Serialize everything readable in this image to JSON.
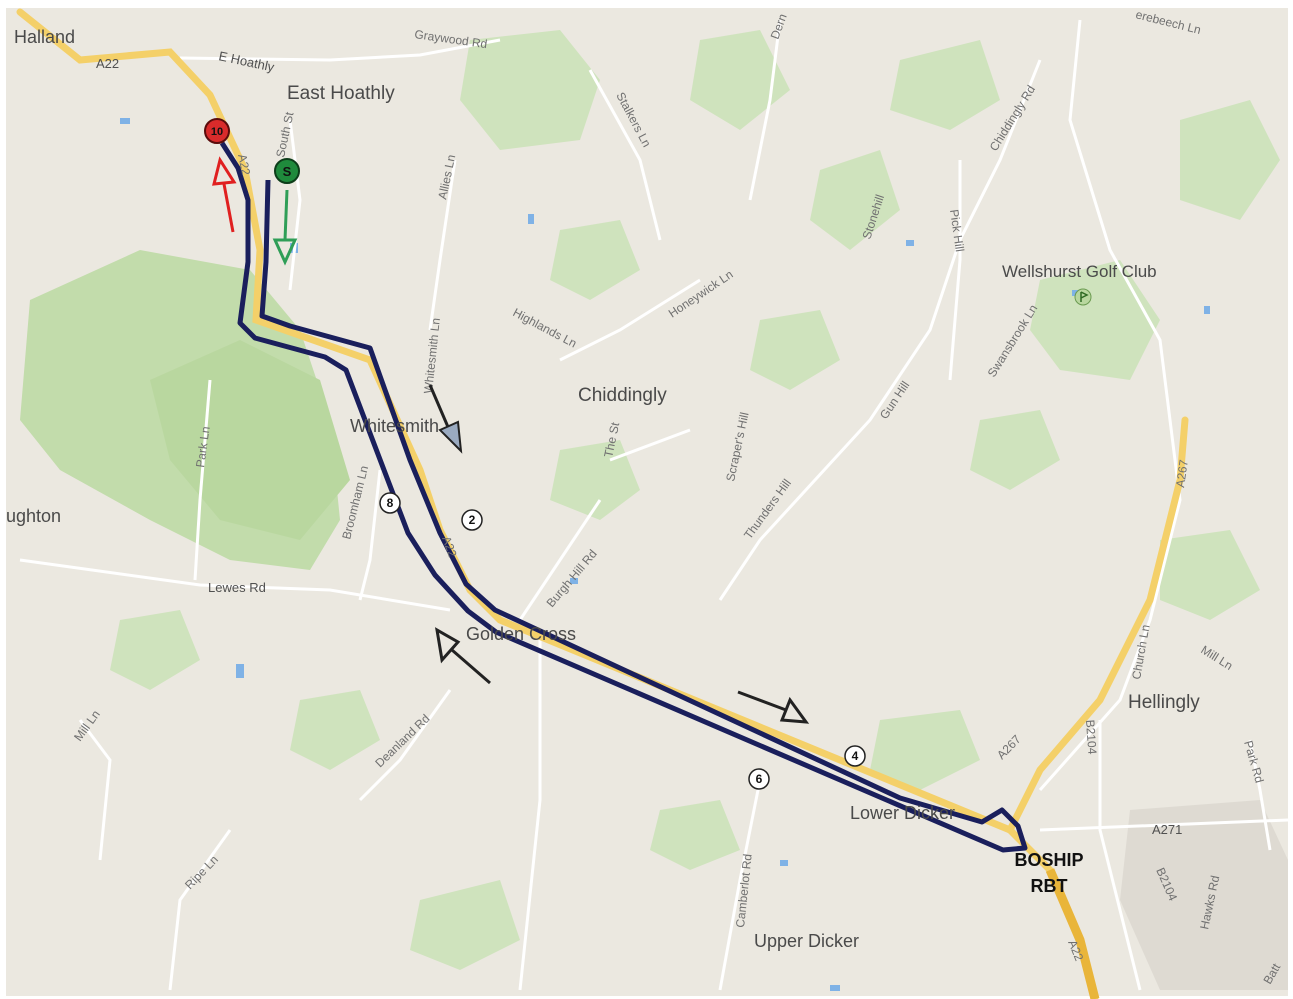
{
  "map": {
    "place_labels": {
      "halland": "Halland",
      "east_hoathly": "East Hoathly",
      "chiddingly": "Chiddingly",
      "whitesmith": "Whitesmith",
      "golden_cross": "Golden Cross",
      "lower_dicker": "Lower Dicker",
      "upper_dicker": "Upper Dicker",
      "hellingly": "Hellingly",
      "laughton": "ughton",
      "wellshurst": "Wellshurst Golf Club"
    },
    "road_labels": {
      "a22_nw": "A22",
      "a22_mid": "A22",
      "a22_north": "A22",
      "a22_south": "A22",
      "e_hoathly": "E Hoathly",
      "graywood_rd": "Graywood Rd",
      "south_st": "South St",
      "allies_ln": "Allies Ln",
      "stalkers_ln": "Stalkers Ln",
      "dern": "Dern",
      "beech_ln": "erebeech Ln",
      "chiddingly_rd": "Chiddingly Rd",
      "stonehill": "Stonehill",
      "pick_hill": "Pick Hill",
      "honeywick_ln": "Honeywick Ln",
      "highlands_ln": "Highlands Ln",
      "whitesmith_ln": "Whitesmith Ln",
      "swansbrook_ln": "Swansbrook Ln",
      "gun_hill": "Gun Hill",
      "scrapers_hill": "Scraper's Hill",
      "thunders_hill": "Thunders Hill",
      "the_st": "The St",
      "park_ln": "Park Ln",
      "broomham_ln": "Broomham Ln",
      "burgh_hill_rd": "Burgh Hill Rd",
      "lewes_rd": "Lewes Rd",
      "mill_ln_w": "Mill Ln",
      "deanland_rd": "Deanland Rd",
      "ripe_ln": "Ripe Ln",
      "camberlot_rd": "Camberlot Rd",
      "a267_n": "A267",
      "a267_s": "A267",
      "b2104_n": "B2104",
      "b2104_s": "B2104",
      "a271": "A271",
      "church_ln": "Church Ln",
      "mill_ln_e": "Mill Ln",
      "park_rd": "Park Rd",
      "hawks_rd": "Hawks Rd",
      "batt": "Batt"
    },
    "annotations": {
      "start_marker": "S",
      "finish_marker": "10",
      "waypoint_2": "2",
      "waypoint_4": "4",
      "waypoint_6": "6",
      "waypoint_8": "8",
      "boship_line1": "BOSHIP",
      "boship_line2": "RBT"
    },
    "colors": {
      "land": "#ebe8e0",
      "green": "#cfe3bd",
      "woodland": "#c2dcab",
      "water": "#7fb2e6",
      "road_major": "#f4d069",
      "route_outline": "#1a1f5c",
      "start": "#1f8a3c",
      "finish": "#d92b2b",
      "arrow_dark": "#222222"
    }
  }
}
